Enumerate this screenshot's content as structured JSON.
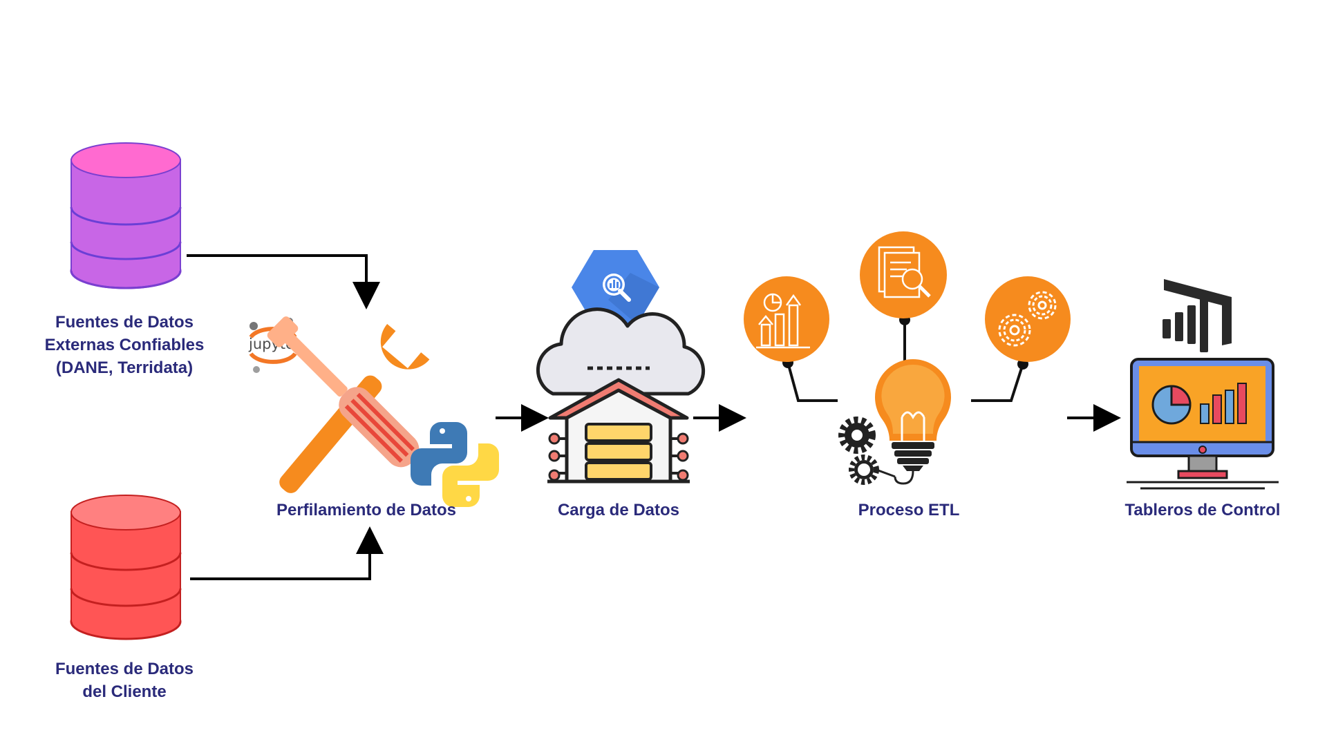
{
  "nodes": {
    "external_sources": {
      "lines": [
        "Fuentes de Datos",
        "Externas Confiables",
        "(DANE, Terridata)"
      ]
    },
    "client_sources": {
      "lines": [
        "Fuentes de Datos",
        "del Cliente"
      ]
    },
    "profiling": {
      "label": "Perfilamiento de Datos"
    },
    "loading": {
      "label": "Carga de Datos"
    },
    "etl": {
      "label": "Proceso ETL"
    },
    "dashboards": {
      "label": "Tableros de Control"
    }
  },
  "logos": {
    "jupyter": "jupyter"
  },
  "icons": {
    "external_db": "database-icon",
    "client_db": "database-icon",
    "tools": "wrench-screwdriver-icon",
    "python": "python-logo-icon",
    "bigquery": "bigquery-icon",
    "warehouse": "cloud-data-warehouse-icon",
    "etl_bulb": "lightbulb-icon",
    "etl_chart": "growth-chart-icon",
    "etl_document": "document-search-icon",
    "etl_gears": "gears-icon",
    "power_bi": "power-bi-icon",
    "monitor": "dashboard-monitor-icon"
  },
  "colors": {
    "label": "#2a2a7a",
    "orange": "#f68b1e",
    "external_db": "#c866e6",
    "client_db": "#ff5555",
    "bigquery": "#4a86e8"
  }
}
